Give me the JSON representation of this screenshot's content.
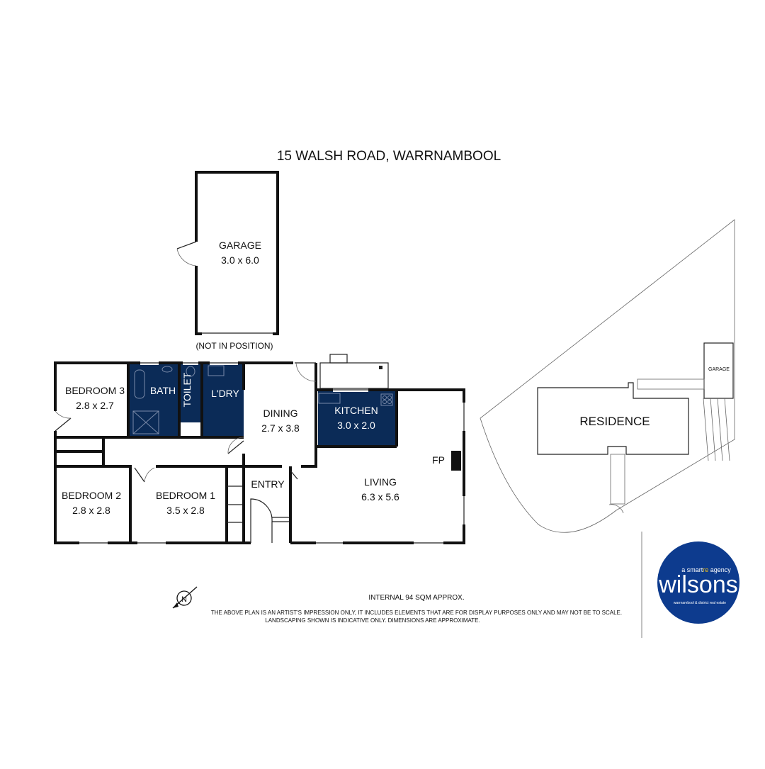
{
  "title": "15 WALSH ROAD, WARRNAMBOOL",
  "rooms": {
    "garage": {
      "name": "GARAGE",
      "size": "3.0 x 6.0"
    },
    "garage_note": "(NOT IN POSITION)",
    "bedroom3": {
      "name": "BEDROOM 3",
      "size": "2.8 x 2.7"
    },
    "bath": {
      "name": "BATH"
    },
    "toilet": {
      "name": "TOILET"
    },
    "laundry": {
      "name": "L'DRY"
    },
    "dining": {
      "name": "DINING",
      "size": "2.7 x 3.8"
    },
    "kitchen": {
      "name": "KITCHEN",
      "size": "3.0 x 2.0"
    },
    "living": {
      "name": "LIVING",
      "size": "6.3 x 5.6"
    },
    "fireplace": {
      "name": "FP"
    },
    "entry": {
      "name": "ENTRY"
    },
    "bedroom1": {
      "name": "BEDROOM 1",
      "size": "3.5 x 2.8"
    },
    "bedroom2": {
      "name": "BEDROOM 2",
      "size": "2.8 x 2.8"
    }
  },
  "site_plan": {
    "residence": "RESIDENCE",
    "garage": "GARAGE"
  },
  "compass": {
    "label": "N"
  },
  "notes": {
    "area": "INTERNAL 94 SQM APPROX.",
    "disclaimer_1": "THE ABOVE PLAN IS AN ARTIST'S IMPRESSION ONLY, IT INCLUDES ELEMENTS THAT ARE FOR DISPLAY PURPOSES ONLY AND MAY NOT BE TO SCALE.",
    "disclaimer_2": "LANDSCAPING SHOWN IS INDICATIVE ONLY. DIMENSIONS ARE APPROXIMATE."
  },
  "brand": {
    "tagline_prefix": "a smart",
    "tagline_highlight": "re",
    "tagline_suffix": " agency",
    "name": "wilsons",
    "subline": "warrnambool & district real estate",
    "color": "#0d3b8e",
    "highlight_color": "#f2c018"
  },
  "colors": {
    "wet_area_fill": "#0b2b57",
    "wall": "#111111"
  }
}
